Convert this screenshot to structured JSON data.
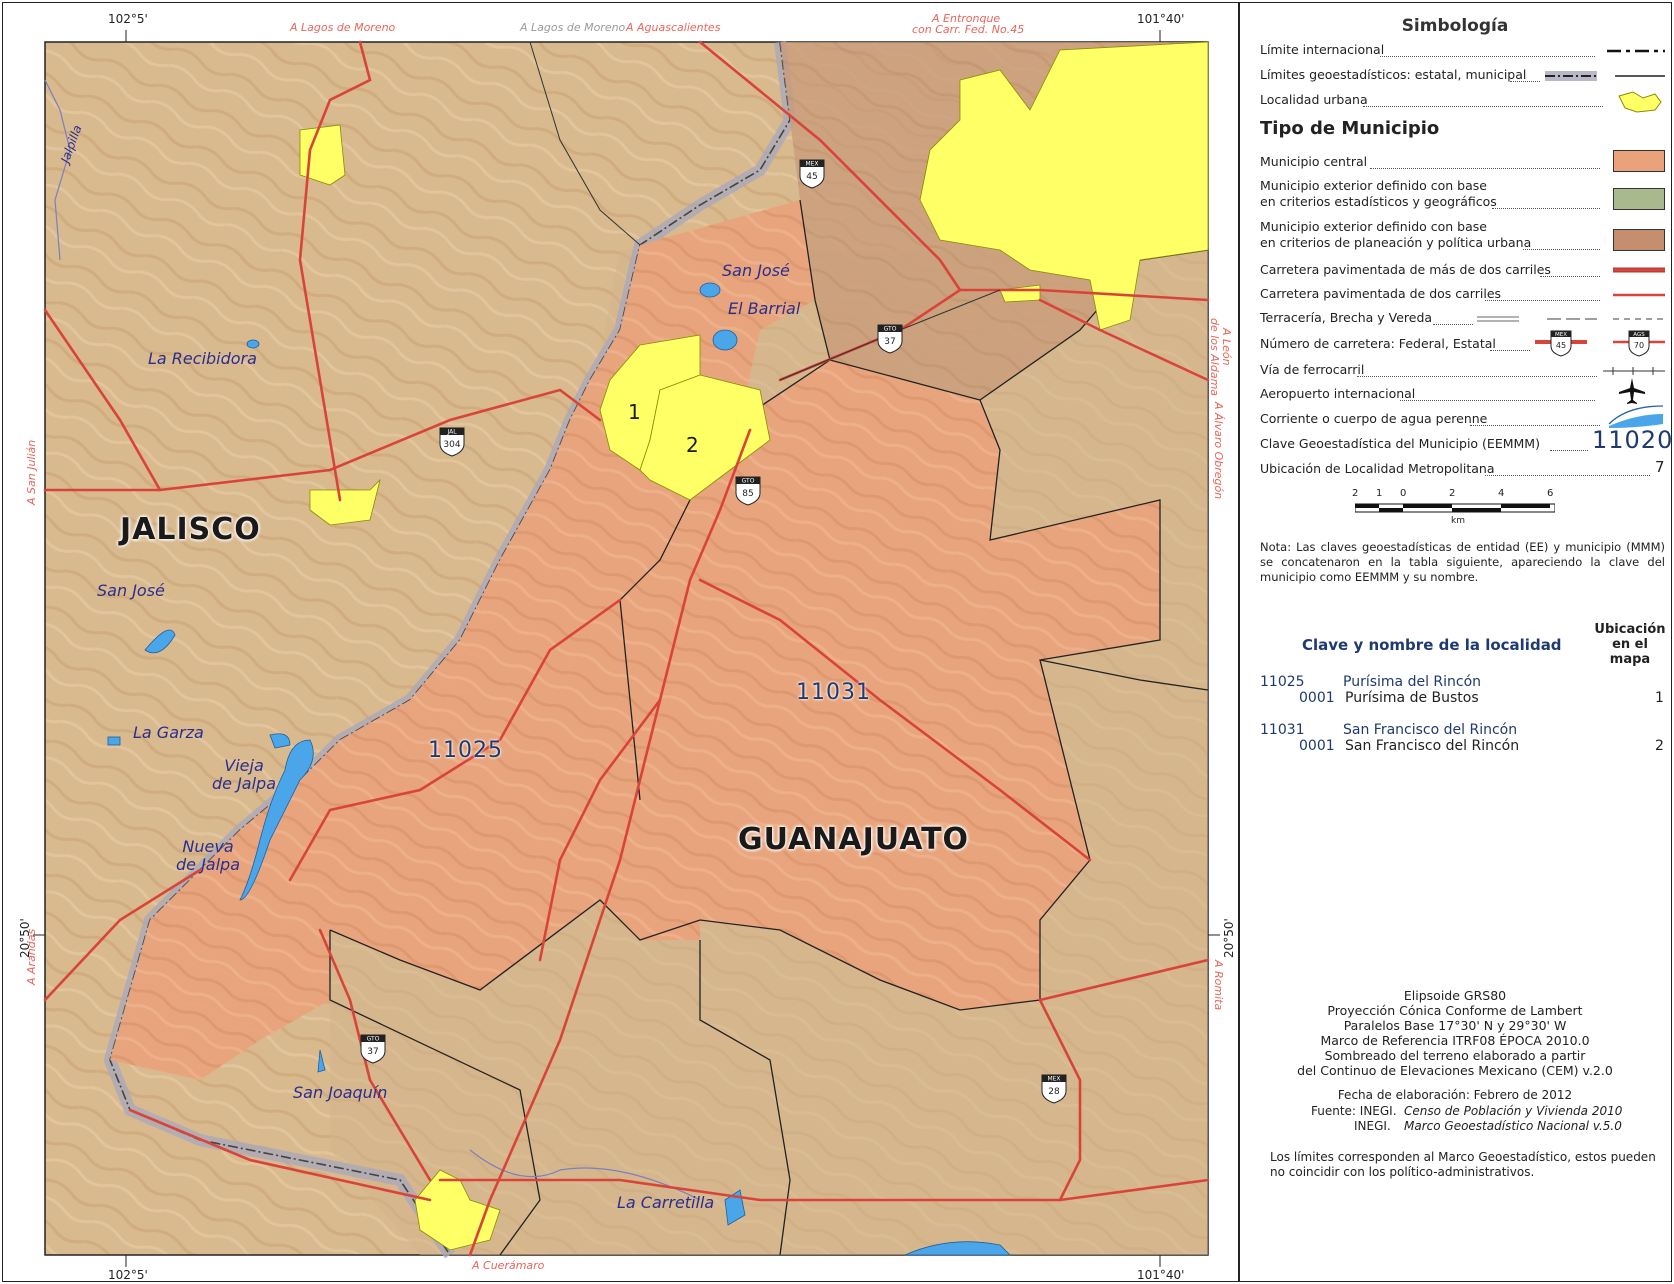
{
  "map": {
    "coords": {
      "lon_left": "102°5'",
      "lon_right": "101°40'",
      "lat": "20°50'"
    },
    "destinations": {
      "top_lagos_1": "A Lagos de Moreno",
      "top_lagos_2": "A Lagos de Moreno",
      "top_aguascalientes": "A Aguascalientes",
      "top_entronque_1": "A Entronque",
      "top_entronque_2": "con Carr. Fed. No.45",
      "left_san_julian": "A San Julián",
      "left_arandas": "A Arandas",
      "right_leon_1": "A León",
      "right_leon_2": "de los Aldama",
      "right_alvaro": "A Álvaro Obregón",
      "right_romita": "A Romita",
      "bottom_cueramaro": "A Cuerámaro"
    },
    "places": {
      "la_recibidora": "La Recibidora",
      "san_jose_n": "San José",
      "el_barrial": "El Barrial",
      "san_jose_w": "San José",
      "la_garza": "La Garza",
      "vieja_jalpa_1": "Vieja",
      "vieja_jalpa_2": "de Jalpa",
      "nueva_jalpa_1": "Nueva",
      "nueva_jalpa_2": "de Jalpa",
      "san_joaquin": "San Joaquín",
      "la_carretilla": "La Carretilla",
      "jalpilla": "Jalpilla"
    },
    "states": {
      "jalisco": "JALISCO",
      "guanajuato": "GUANAJUATO"
    },
    "municipios": {
      "m11025": "11025",
      "m11031": "11031"
    },
    "localidades": {
      "loc1": "1",
      "loc2": "2"
    },
    "shields": {
      "mex45_top": "MEX",
      "mex45_num": "45",
      "gto37_top": "GTO",
      "gto37_num": "37",
      "jal304_top": "JAL",
      "jal304_num": "304",
      "gto85_top": "GTO",
      "gto85_num": "85",
      "gto37b_top": "GTO",
      "gto37b_num": "37",
      "mex28_top": "MEX",
      "mex28_num": "28"
    }
  },
  "legend": {
    "title": "Simbología",
    "limite_internacional": "Límite internacional",
    "limites_geo": "Límites geoestadísticos: estatal, municipal",
    "localidad_urbana": "Localidad urbana",
    "tipo_municipio": "Tipo de Municipio",
    "mun_central": "Municipio central",
    "mun_ext_est_1": "Municipio exterior definido con base",
    "mun_ext_est_2": "en criterios estadísticos y geográficos",
    "mun_ext_plan_1": "Municipio exterior definido con base",
    "mun_ext_plan_2": "en criterios de planeación y política urbana",
    "carretera_mas_dos": "Carretera pavimentada de más de dos carriles",
    "carretera_dos": "Carretera pavimentada de dos carriles",
    "terraceria": "Terracería, Brecha y Vereda",
    "numero_carretera": "Número de carretera: Federal, Estatal",
    "shield_fed_top": "MEX",
    "shield_fed_num": "45",
    "shield_est_top": "AGS",
    "shield_est_num": "70",
    "via_ferrocarril": "Vía de ferrocarril",
    "aeropuerto": "Aeropuerto internacional",
    "corriente": "Corriente o cuerpo de agua perenne",
    "clave_geo": "Clave Geoestadística del Municipio (EEMMM)",
    "clave_geo_ejemplo": "11020",
    "ubicacion_loc": "Ubicación de Localidad Metropolitana",
    "ubicacion_ejemplo": "7",
    "scale": {
      "labels": [
        "2",
        "1",
        "0",
        "2",
        "4",
        "6"
      ],
      "unit": "km"
    },
    "colors": {
      "central": "#eaa27a",
      "ext_est": "#a9b98e",
      "ext_plan": "#c58f6f",
      "urbana": "#ffff66",
      "road": "#d9443a",
      "water": "#4aa6e8"
    }
  },
  "nota": "Nota: Las claves geoestadísticas de entidad (EE) y municipio (MMM) se concatenaron en la tabla siguiente, apareciendo la clave del municipio como EEMMM y su nombre.",
  "tabla": {
    "header_clave": "Clave y nombre de la localidad",
    "header_ubic_1": "Ubicación",
    "header_ubic_2": "en el mapa",
    "rows": [
      {
        "clave": "11025",
        "municipio": "Purísima del Rincón",
        "cv_loc": "0001",
        "localidad": "Purísima de Bustos",
        "ubicacion": "1"
      },
      {
        "clave": "11031",
        "municipio": "San Francisco del Rincón",
        "cv_loc": "0001",
        "localidad": "San Francisco del Rincón",
        "ubicacion": "2"
      }
    ]
  },
  "metadata": {
    "elipsoide": "Elipsoide GRS80",
    "proyeccion": "Proyección Cónica Conforme de Lambert",
    "paralelos": "Paralelos Base 17°30' N y 29°30' W",
    "marco": "Marco de Referencia ITRF08 ÉPOCA 2010.0",
    "sombreado_1": "Sombreado del terreno elaborado a partir",
    "sombreado_2": "del Continuo de Elevaciones Mexicano (CEM) v.2.0",
    "fecha": "Fecha de elaboración: Febrero de 2012",
    "fuente_label": "Fuente: INEGI.",
    "fuente_1": "Censo de Población y Vivienda 2010",
    "fuente_label_2": "INEGI.",
    "fuente_2": "Marco Geoestadístico Nacional v.5.0",
    "limites_nota": "Los límites corresponden al Marco Geoestadístico, estos pueden no coincidir con los político-administrativos."
  }
}
